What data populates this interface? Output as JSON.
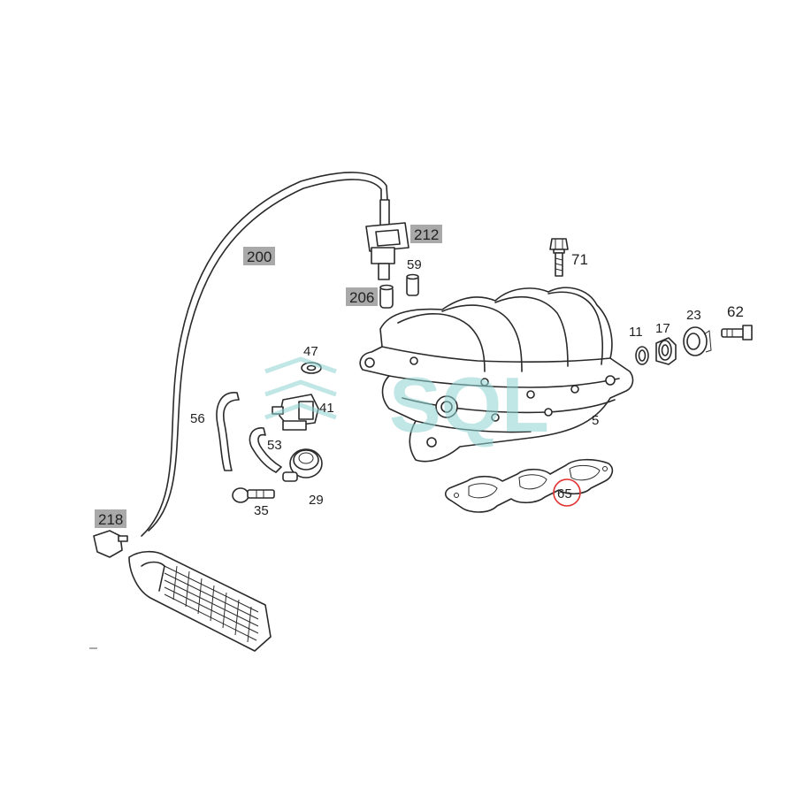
{
  "labels": {
    "p200": "200",
    "p212": "212",
    "p206": "206",
    "p218": "218",
    "p59": "59",
    "p71": "71",
    "p47": "47",
    "p41": "41",
    "p56": "56",
    "p53": "53",
    "p35": "35",
    "p29": "29",
    "p5": "5",
    "p11": "11",
    "p17": "17",
    "p23": "23",
    "p62": "62",
    "p65": "65"
  },
  "colors": {
    "label_box": "#a9a9a9",
    "highlight_circle": "#e03030",
    "watermark": "#8fd3d3",
    "line": "#2a2a2a"
  },
  "watermark": {
    "text": "SQL"
  }
}
